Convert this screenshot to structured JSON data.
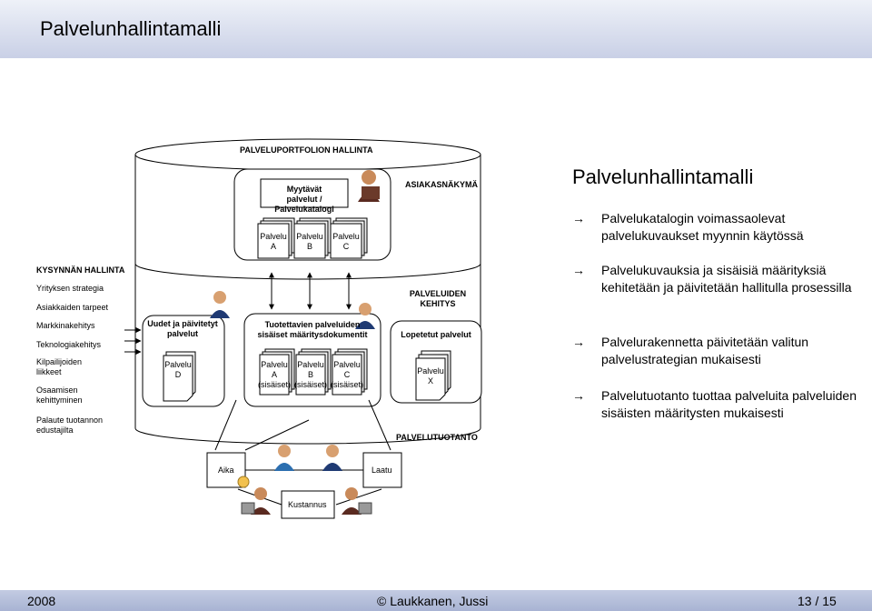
{
  "header": {
    "title": "Palvelunhallintamalli"
  },
  "diagram": {
    "portfolio_title": "PALVELUPORTFOLION HALLINTA",
    "catalog_label": "Myytävät palvelut / Palvelukatalogi",
    "customer_view": "ASIAKASNÄKYMÄ",
    "catalog_services": [
      "Palvelu A",
      "Palvelu B",
      "Palvelu C"
    ],
    "demand": {
      "title": "KYSYNNÄN HALLINTA",
      "items": [
        "Yrityksen strategia",
        "Asiakkaiden tarpeet",
        "Markkinakehitys",
        "Teknologiakehitys",
        "Kilpailijoiden liikkeet",
        "Osaamisen kehittyminen",
        "Palaute tuotannon edustajilta"
      ]
    },
    "new_services": {
      "label": "Uudet ja päivitetyt palvelut",
      "service": "Palvelu D"
    },
    "internal": {
      "label": "Tuotettavien palveluiden sisäiset määritysdokumentit",
      "services": [
        {
          "name": "Palvelu",
          "letter": "A",
          "suffix": "(sisäiset)"
        },
        {
          "name": "Palvelu",
          "letter": "B",
          "suffix": "(sisäiset)"
        },
        {
          "name": "Palvelu",
          "letter": "C",
          "suffix": "(sisäiset)"
        }
      ]
    },
    "development": {
      "title": "PALVELUIDEN KEHITYS",
      "retired_label": "Lopetetut palvelut",
      "service": "Palvelu X"
    },
    "production": "PALVELUTUOTANTO",
    "triangle": {
      "time": "Aika",
      "quality": "Laatu",
      "cost": "Kustannus"
    }
  },
  "right_panel": {
    "title": "Palvelunhallintamalli",
    "bullets": [
      "Palvelukatalogin voimassaolevat palvelukuvaukset myynnin käytössä",
      "Palvelukuvauksia ja sisäisiä määrityksiä kehitetään ja päivitetään hallitulla prosessilla",
      "Palvelurakennetta päivitetään valitun palvelustrategian mukaisesti",
      "Palvelutuotanto tuottaa palveluita palveluiden sisäisten määritysten mukaisesti"
    ],
    "arrow_glyph": "→"
  },
  "footer": {
    "year": "2008",
    "author": "© Laukkanen, Jussi",
    "page": "13 / 15"
  }
}
